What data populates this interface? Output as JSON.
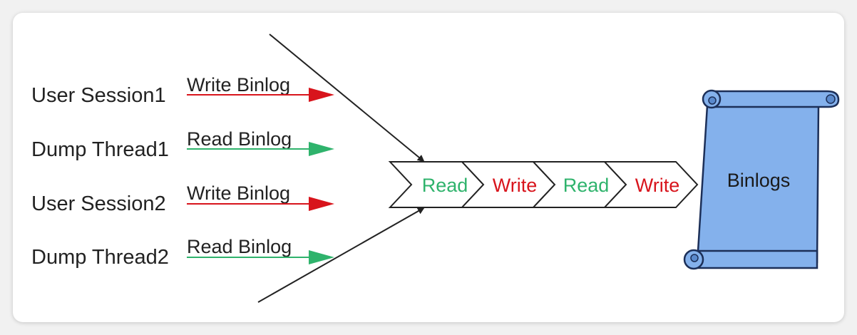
{
  "sources": [
    {
      "label": "User Session1",
      "action": "Write Binlog"
    },
    {
      "label": "Dump Thread1",
      "action": "Read Binlog"
    },
    {
      "label": "User Session2",
      "action": "Write Binlog"
    },
    {
      "label": "Dump Thread2",
      "action": "Read Binlog"
    }
  ],
  "queue": [
    "Read",
    "Write",
    "Read",
    "Write"
  ],
  "target": {
    "label": "Binlogs"
  },
  "colors": {
    "write": "#d8141c",
    "read": "#2fb36c",
    "scroll_fill": "#84b1ec",
    "scroll_stroke": "#1c2f58",
    "text": "#222222"
  }
}
